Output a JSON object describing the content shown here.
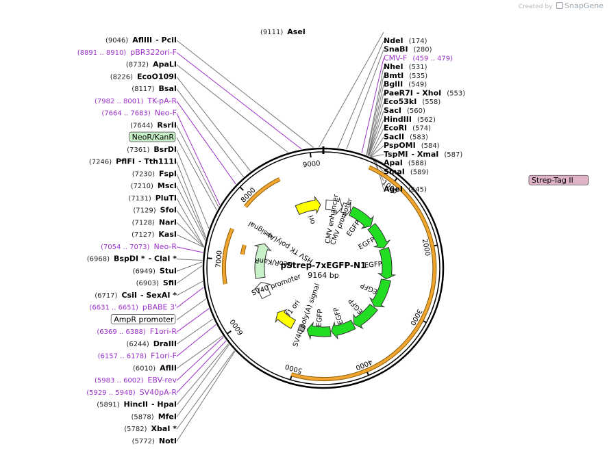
{
  "credit": {
    "prefix": "Created by",
    "brand": "SnapGene"
  },
  "plasmid": {
    "name": "pStrep-7xEGFP-N1",
    "size_label": "9164 bp",
    "total_bp": 9164
  },
  "ticks": [
    {
      "bp": 1000,
      "label": "1000"
    },
    {
      "bp": 2000,
      "label": "2000"
    },
    {
      "bp": 3000,
      "label": "3000"
    },
    {
      "bp": 4000,
      "label": "4000"
    },
    {
      "bp": 5000,
      "label": "5000"
    },
    {
      "bp": 6000,
      "label": "6000"
    },
    {
      "bp": 7000,
      "label": "7000"
    },
    {
      "bp": 8000,
      "label": "8000"
    },
    {
      "bp": 9000,
      "label": "9000"
    }
  ],
  "colors": {
    "backbone": "#000000",
    "enzyme": "#000000",
    "coords": "#222222",
    "primer": "#9b30c9",
    "orf": "#f0a530",
    "egfp": "#22dd22",
    "ori": "#ffff00",
    "promoter": "#ffffff",
    "polyA": "#aaaaaa",
    "neo": "#c8f0c8",
    "tag_fill": "#e0b4c8",
    "label_line": "#777777"
  },
  "features": [
    {
      "name": "CMV enhancer",
      "start": 60,
      "end": 440,
      "kind": "promoter"
    },
    {
      "name": "CMV promoter",
      "start": 440,
      "end": 640,
      "kind": "promoter"
    },
    {
      "name": "EGFP",
      "start": 660,
      "end": 1230,
      "kind": "egfp"
    },
    {
      "name": "EGFP",
      "start": 1250,
      "end": 1820,
      "kind": "egfp"
    },
    {
      "name": "EGFP",
      "start": 1840,
      "end": 2540,
      "kind": "egfp"
    },
    {
      "name": "EGFP",
      "start": 2560,
      "end": 3230,
      "kind": "egfp"
    },
    {
      "name": "EGFP",
      "start": 3250,
      "end": 3850,
      "kind": "egfp"
    },
    {
      "name": "EGFP",
      "start": 3870,
      "end": 4400,
      "kind": "egfp"
    },
    {
      "name": "EGFP",
      "start": 4420,
      "end": 4960,
      "kind": "egfp"
    },
    {
      "name": "SV40 poly(A) signal",
      "start": 5020,
      "end": 5150,
      "kind": "polyA"
    },
    {
      "name": "f1 ori",
      "start": 5300,
      "end": 5750,
      "kind": "ori"
    },
    {
      "name": "SV40 promoter",
      "start": 6200,
      "end": 6550,
      "kind": "promoter"
    },
    {
      "name": "NeoR/KanR",
      "start": 6650,
      "end": 7450,
      "kind": "neo"
    },
    {
      "name": "HSV TK poly(A) signal",
      "start": 7650,
      "end": 7700,
      "kind": "polyA"
    },
    {
      "name": "ori",
      "start": 8550,
      "end": 9100,
      "kind": "ori"
    }
  ],
  "orfs": [
    {
      "start": 620,
      "end": 5010
    },
    {
      "start": 6640,
      "end": 7470
    },
    {
      "start": 7850,
      "end": 8500
    },
    {
      "start": 7120,
      "end": 7290
    }
  ],
  "left_labels": [
    {
      "text": "AflIII",
      "extra": "- PciI",
      "coord": "(9046)",
      "bp": 9046,
      "type": "enzyme"
    },
    {
      "text": "pBR322ori-F",
      "coord": "(8891 .. 8910)",
      "bp": 8900,
      "type": "primer"
    },
    {
      "text": "ApaLI",
      "coord": "(8732)",
      "bp": 8732,
      "type": "enzyme"
    },
    {
      "text": "EcoO109I",
      "coord": "(8226)",
      "bp": 8226,
      "type": "enzyme"
    },
    {
      "text": "BsaI",
      "coord": "(8117)",
      "bp": 8117,
      "type": "enzyme"
    },
    {
      "text": "TK-pA-R",
      "coord": "(7982 .. 8001)",
      "bp": 7990,
      "type": "primer"
    },
    {
      "text": "Neo-F",
      "coord": "(7664 .. 7683)",
      "bp": 7673,
      "type": "primer"
    },
    {
      "text": "RsrII",
      "coord": "(7644)",
      "bp": 7644,
      "type": "enzyme"
    },
    {
      "text": "NeoR/KanR",
      "coord": "",
      "bp": 7600,
      "type": "feature_box"
    },
    {
      "text": "BsrDI",
      "coord": "(7361)",
      "bp": 7361,
      "type": "enzyme"
    },
    {
      "text": "PflFI",
      "extra": "- Tth111I",
      "coord": "(7246)",
      "bp": 7246,
      "type": "enzyme"
    },
    {
      "text": "FspI",
      "coord": "(7230)",
      "bp": 7230,
      "type": "enzyme"
    },
    {
      "text": "MscI",
      "coord": "(7210)",
      "bp": 7210,
      "type": "enzyme"
    },
    {
      "text": "PluTI",
      "coord": "(7131)",
      "bp": 7131,
      "type": "enzyme"
    },
    {
      "text": "SfoI",
      "coord": "(7129)",
      "bp": 7129,
      "type": "enzyme"
    },
    {
      "text": "NarI",
      "coord": "(7128)",
      "bp": 7128,
      "type": "enzyme"
    },
    {
      "text": "KasI",
      "coord": "(7127)",
      "bp": 7127,
      "type": "enzyme"
    },
    {
      "text": "Neo-R",
      "coord": "(7054 .. 7073)",
      "bp": 7063,
      "type": "primer"
    },
    {
      "text": "BspDI *",
      "extra": "- ClaI *",
      "coord": "(6968)",
      "bp": 6968,
      "type": "enzyme"
    },
    {
      "text": "StuI",
      "coord": "(6949)",
      "bp": 6949,
      "type": "enzyme"
    },
    {
      "text": "SfiI",
      "coord": "(6903)",
      "bp": 6903,
      "type": "enzyme"
    },
    {
      "text": "CsiI",
      "extra": "- SexAI *",
      "coord": "(6717)",
      "bp": 6717,
      "type": "enzyme"
    },
    {
      "text": "pBABE 3'",
      "coord": "(6631 .. 6651)",
      "bp": 6641,
      "type": "primer"
    },
    {
      "text": "AmpR promoter",
      "coord": "",
      "bp": 6500,
      "type": "feature_box"
    },
    {
      "text": "F1ori-R",
      "coord": "(6369 .. 6388)",
      "bp": 6378,
      "type": "primer"
    },
    {
      "text": "DraIII",
      "coord": "(6244)",
      "bp": 6244,
      "type": "enzyme"
    },
    {
      "text": "F1ori-F",
      "coord": "(6157 .. 6178)",
      "bp": 6167,
      "type": "primer"
    },
    {
      "text": "AflII",
      "coord": "(6010)",
      "bp": 6010,
      "type": "enzyme"
    },
    {
      "text": "EBV-rev",
      "coord": "(5983 .. 6002)",
      "bp": 5992,
      "type": "primer"
    },
    {
      "text": "SV40pA-R",
      "coord": "(5929 .. 5948)",
      "bp": 5938,
      "type": "primer"
    },
    {
      "text": "HincII",
      "extra": "- HpaI",
      "coord": "(5891)",
      "bp": 5891,
      "type": "enzyme"
    },
    {
      "text": "MfeI",
      "coord": "(5878)",
      "bp": 5878,
      "type": "enzyme"
    },
    {
      "text": "XbaI *",
      "coord": "(5782)",
      "bp": 5782,
      "type": "enzyme"
    },
    {
      "text": "NotI",
      "coord": "(5772)",
      "bp": 5772,
      "type": "enzyme"
    }
  ],
  "right_labels": [
    {
      "text": "AseI",
      "coord": "(9111)",
      "bp": 9111,
      "type": "enzyme",
      "coord_left": true
    },
    {
      "text": "NdeI",
      "coord": "(174)",
      "bp": 174,
      "type": "enzyme"
    },
    {
      "text": "SnaBI",
      "coord": "(280)",
      "bp": 280,
      "type": "enzyme"
    },
    {
      "text": "CMV-F",
      "coord": "(459 .. 479)",
      "bp": 469,
      "type": "primer"
    },
    {
      "text": "NheI",
      "coord": "(531)",
      "bp": 531,
      "type": "enzyme"
    },
    {
      "text": "BmtI",
      "coord": "(535)",
      "bp": 535,
      "type": "enzyme"
    },
    {
      "text": "BglII",
      "coord": "(549)",
      "bp": 549,
      "type": "enzyme"
    },
    {
      "text": "PaeR7I",
      "extra": "- XhoI",
      "coord": "(553)",
      "bp": 553,
      "type": "enzyme"
    },
    {
      "text": "Eco53kI",
      "coord": "(558)",
      "bp": 558,
      "type": "enzyme"
    },
    {
      "text": "SacI",
      "coord": "(560)",
      "bp": 560,
      "type": "enzyme"
    },
    {
      "text": "HindIII",
      "coord": "(562)",
      "bp": 562,
      "type": "enzyme"
    },
    {
      "text": "EcoRI",
      "coord": "(574)",
      "bp": 574,
      "type": "enzyme"
    },
    {
      "text": "SacII",
      "coord": "(583)",
      "bp": 583,
      "type": "enzyme"
    },
    {
      "text": "PspOMI",
      "coord": "(584)",
      "bp": 584,
      "type": "enzyme"
    },
    {
      "text": "TspMI",
      "extra": "- XmaI",
      "coord": "(587)",
      "bp": 587,
      "type": "enzyme"
    },
    {
      "text": "ApaI",
      "coord": "(588)",
      "bp": 588,
      "type": "enzyme"
    },
    {
      "text": "SmaI",
      "coord": "(589)",
      "bp": 589,
      "type": "enzyme"
    },
    {
      "text": "Strep-Tag II",
      "coord": "",
      "bp": 600,
      "type": "tag_box"
    },
    {
      "text": "AgeI",
      "coord": "(645)",
      "bp": 645,
      "type": "enzyme"
    }
  ]
}
